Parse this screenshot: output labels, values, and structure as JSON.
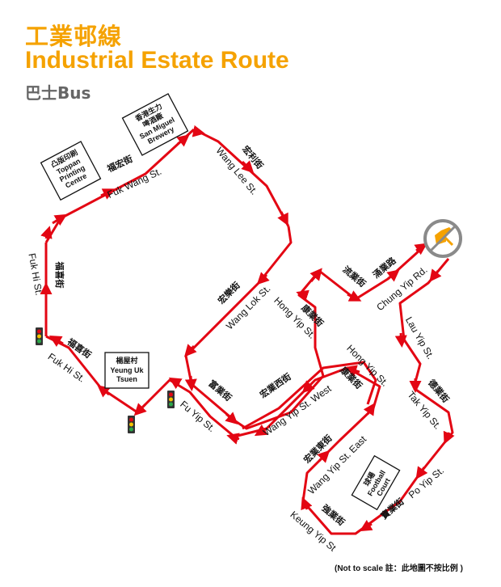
{
  "title": {
    "zh": "工業邨線",
    "en": "Industrial Estate Route",
    "subtitle": "巴士Bus"
  },
  "colors": {
    "title": "#F5A200",
    "route": "#E30613",
    "subtitle": "#666666"
  },
  "streets": {
    "fuk_hi_left_en": "Fuk Hi St.",
    "fuk_hi_left_zh": "福喜街",
    "fuk_wang_en": "Fuk Wang St.",
    "fuk_wang_zh": "福宏街",
    "wang_lee_en": "Wang Lee St.",
    "wang_lee_zh": "宏利街",
    "wang_lok_en": "Wang Lok St.",
    "wang_lok_zh": "宏樂街",
    "fuk_hi_bottom_en": "Fuk Hi St.",
    "fuk_hi_bottom_zh": "福喜街",
    "fu_yip_en": "Fu Yip St.",
    "fu_yip_zh": "富業街",
    "hong_yip_left_en": "Hong Yip St.",
    "hong_yip_left_zh": "康業街",
    "lau_yip_upper_zh": "流業街",
    "chung_yip_en": "Chung Yip Rd.",
    "chung_yip_zh": "涌業路",
    "lau_yip_en": "Lau Yip St.",
    "tak_yip_en": "Tak Yip St.",
    "tak_yip_zh": "德業街",
    "wang_yip_west_en": "Wang Yip St. West",
    "wang_yip_west_zh": "宏業西街",
    "hong_yip_right_en": "Hong Yip St.",
    "hong_yip_right_zh": "康業街",
    "wang_yip_east_en": "Wang Yip St. East",
    "wang_yip_east_zh": "宏業東街",
    "po_yip_en": "Po Yip St.",
    "po_yip_zh": "寶業街",
    "keung_yip_en": "Keung Yip St",
    "keung_yip_zh": "強業街"
  },
  "landmarks": {
    "toppan_zh": "凸版印刷",
    "toppan_en_1": "Toppan",
    "toppan_en_2": "Printing",
    "toppan_en_3": "Centre",
    "sanmiguel_zh_1": "香港生力",
    "sanmiguel_zh_2": "啤酒廠",
    "sanmiguel_en_1": "San Miguel",
    "sanmiguel_en_2": "Brewery",
    "yeunguk_zh": "楊屋村",
    "yeunguk_en_1": "Yeung Uk",
    "yeunguk_en_2": "Tsuen",
    "football_zh": "球場",
    "football_en_1": "Football",
    "football_en_2": "Court"
  },
  "icons": {
    "traffic_light": "traffic-light-icon",
    "route_end": "route-end-icon"
  },
  "note": "(Not to scale 註：此地圖不按比例 )"
}
